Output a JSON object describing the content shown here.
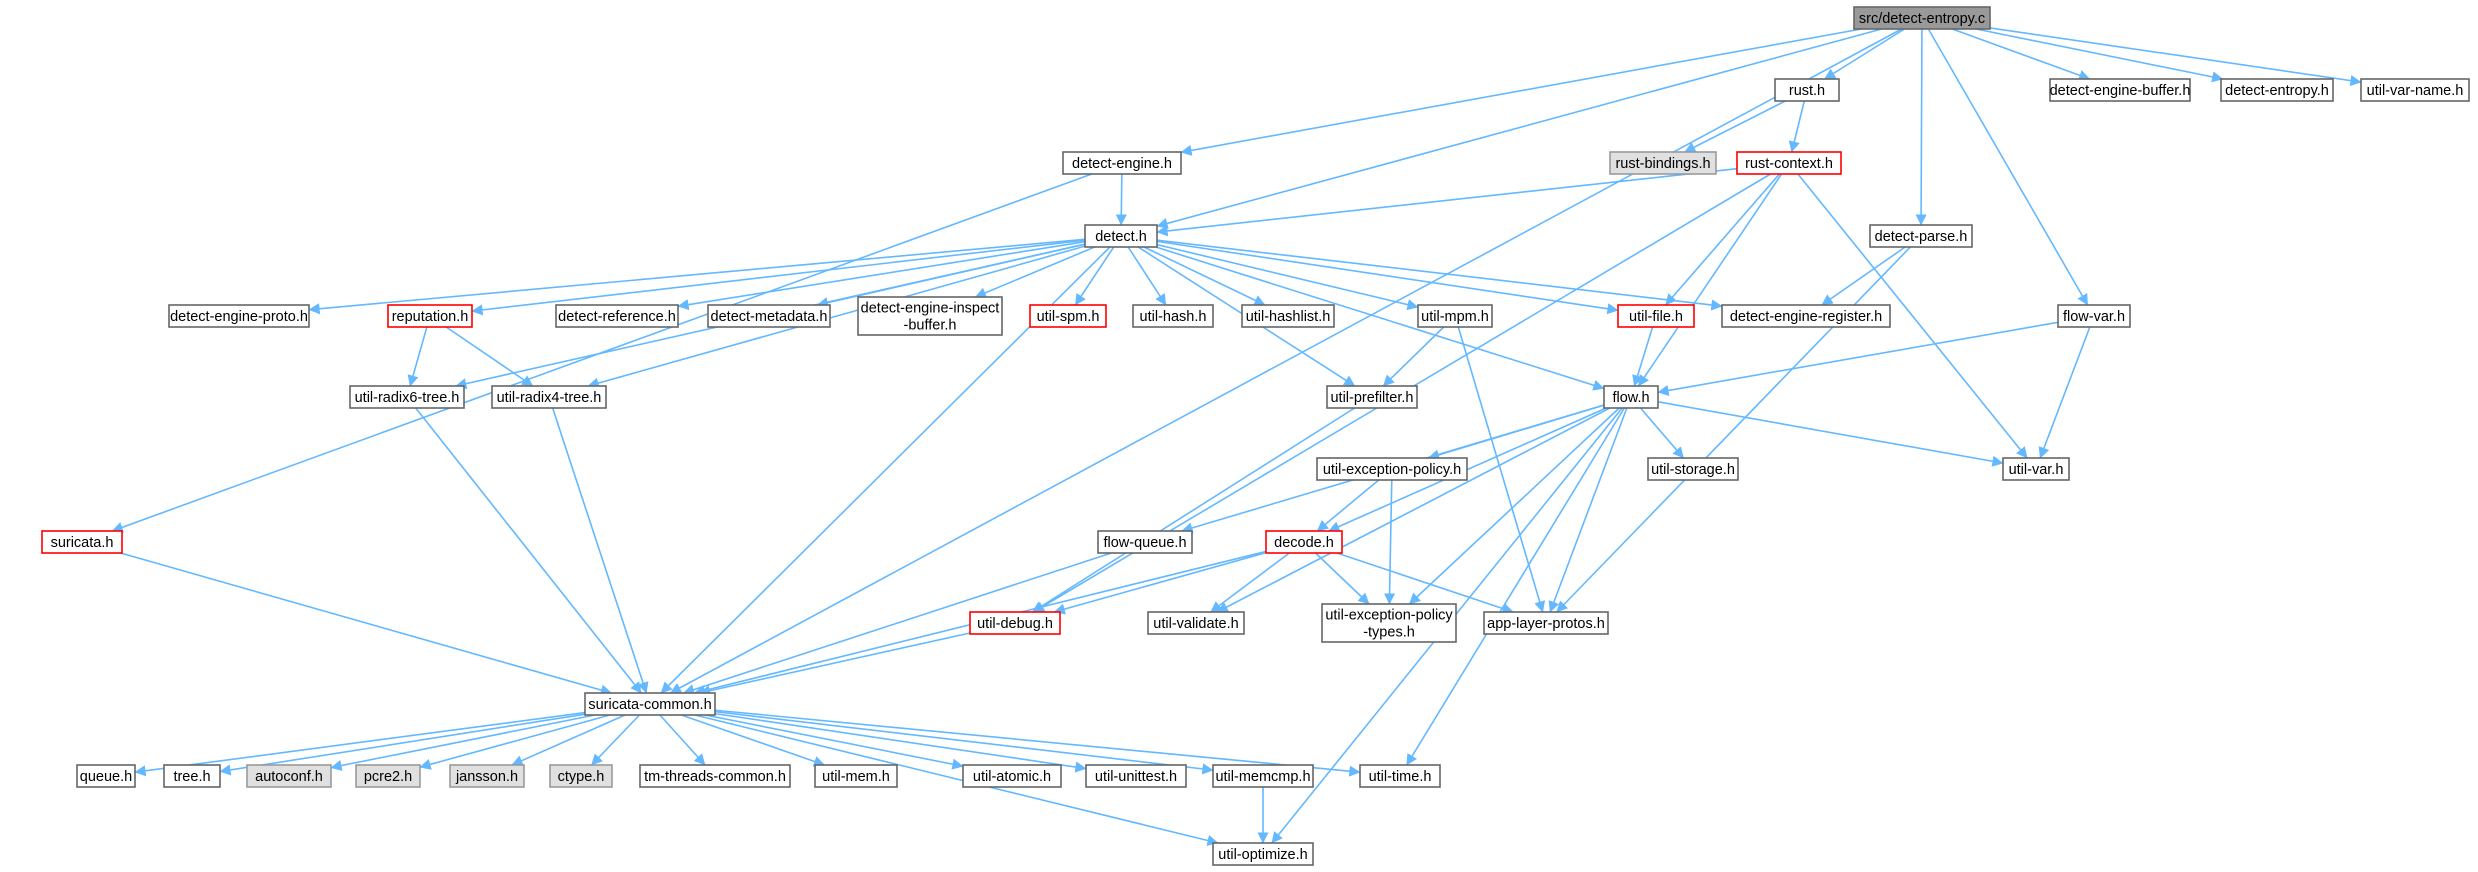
{
  "colors": {
    "edge": "#63b8ff",
    "node_fill": "#ffffff",
    "node_border": "#666666",
    "root_fill": "#999999",
    "root_border": "#666666",
    "system_fill": "#e0e0e0",
    "system_border": "#999999",
    "truncated_border": "#ff0000"
  },
  "nodes": [
    {
      "id": "root",
      "lines": [
        "src/detect-entropy.c"
      ],
      "kind": "root"
    },
    {
      "id": "rust",
      "lines": [
        "rust.h"
      ],
      "kind": "normal"
    },
    {
      "id": "deb",
      "lines": [
        "detect-engine-buffer.h"
      ],
      "kind": "normal"
    },
    {
      "id": "dent",
      "lines": [
        "detect-entropy.h"
      ],
      "kind": "normal"
    },
    {
      "id": "uvn",
      "lines": [
        "util-var-name.h"
      ],
      "kind": "normal"
    },
    {
      "id": "de",
      "lines": [
        "detect-engine.h"
      ],
      "kind": "normal"
    },
    {
      "id": "rb",
      "lines": [
        "rust-bindings.h"
      ],
      "kind": "system"
    },
    {
      "id": "rc",
      "lines": [
        "rust-context.h"
      ],
      "kind": "truncated"
    },
    {
      "id": "detect",
      "lines": [
        "detect.h"
      ],
      "kind": "normal"
    },
    {
      "id": "dp",
      "lines": [
        "detect-parse.h"
      ],
      "kind": "normal"
    },
    {
      "id": "dep",
      "lines": [
        "detect-engine-proto.h"
      ],
      "kind": "normal"
    },
    {
      "id": "rep",
      "lines": [
        "reputation.h"
      ],
      "kind": "truncated"
    },
    {
      "id": "dref",
      "lines": [
        "detect-reference.h"
      ],
      "kind": "normal"
    },
    {
      "id": "dmeta",
      "lines": [
        "detect-metadata.h"
      ],
      "kind": "normal"
    },
    {
      "id": "deib",
      "lines": [
        "detect-engine-inspect",
        "-buffer.h"
      ],
      "kind": "normal"
    },
    {
      "id": "spm",
      "lines": [
        "util-spm.h"
      ],
      "kind": "truncated"
    },
    {
      "id": "uhash",
      "lines": [
        "util-hash.h"
      ],
      "kind": "normal"
    },
    {
      "id": "uhl",
      "lines": [
        "util-hashlist.h"
      ],
      "kind": "normal"
    },
    {
      "id": "umpm",
      "lines": [
        "util-mpm.h"
      ],
      "kind": "normal"
    },
    {
      "id": "ufile",
      "lines": [
        "util-file.h"
      ],
      "kind": "truncated"
    },
    {
      "id": "der",
      "lines": [
        "detect-engine-register.h"
      ],
      "kind": "normal"
    },
    {
      "id": "flowvar",
      "lines": [
        "flow-var.h"
      ],
      "kind": "normal"
    },
    {
      "id": "r6",
      "lines": [
        "util-radix6-tree.h"
      ],
      "kind": "normal"
    },
    {
      "id": "r4",
      "lines": [
        "util-radix4-tree.h"
      ],
      "kind": "normal"
    },
    {
      "id": "upf",
      "lines": [
        "util-prefilter.h"
      ],
      "kind": "normal"
    },
    {
      "id": "flow",
      "lines": [
        "flow.h"
      ],
      "kind": "normal"
    },
    {
      "id": "uep",
      "lines": [
        "util-exception-policy.h"
      ],
      "kind": "normal"
    },
    {
      "id": "ustor",
      "lines": [
        "util-storage.h"
      ],
      "kind": "normal"
    },
    {
      "id": "uvar",
      "lines": [
        "util-var.h"
      ],
      "kind": "normal"
    },
    {
      "id": "suri",
      "lines": [
        "suricata.h"
      ],
      "kind": "truncated"
    },
    {
      "id": "fq",
      "lines": [
        "flow-queue.h"
      ],
      "kind": "normal"
    },
    {
      "id": "decode",
      "lines": [
        "decode.h"
      ],
      "kind": "truncated"
    },
    {
      "id": "udbg",
      "lines": [
        "util-debug.h"
      ],
      "kind": "truncated"
    },
    {
      "id": "uval",
      "lines": [
        "util-validate.h"
      ],
      "kind": "normal"
    },
    {
      "id": "uept",
      "lines": [
        "util-exception-policy",
        "-types.h"
      ],
      "kind": "normal"
    },
    {
      "id": "alp",
      "lines": [
        "app-layer-protos.h"
      ],
      "kind": "normal"
    },
    {
      "id": "sc",
      "lines": [
        "suricata-common.h"
      ],
      "kind": "normal"
    },
    {
      "id": "queue",
      "lines": [
        "queue.h"
      ],
      "kind": "normal"
    },
    {
      "id": "tree",
      "lines": [
        "tree.h"
      ],
      "kind": "normal"
    },
    {
      "id": "autoconf",
      "lines": [
        "autoconf.h"
      ],
      "kind": "system"
    },
    {
      "id": "pcre2",
      "lines": [
        "pcre2.h"
      ],
      "kind": "system"
    },
    {
      "id": "jansson",
      "lines": [
        "jansson.h"
      ],
      "kind": "system"
    },
    {
      "id": "ctype",
      "lines": [
        "ctype.h"
      ],
      "kind": "system"
    },
    {
      "id": "tm",
      "lines": [
        "tm-threads-common.h"
      ],
      "kind": "normal"
    },
    {
      "id": "umem",
      "lines": [
        "util-mem.h"
      ],
      "kind": "normal"
    },
    {
      "id": "uatom",
      "lines": [
        "util-atomic.h"
      ],
      "kind": "normal"
    },
    {
      "id": "uut",
      "lines": [
        "util-unittest.h"
      ],
      "kind": "normal"
    },
    {
      "id": "umc",
      "lines": [
        "util-memcmp.h"
      ],
      "kind": "normal"
    },
    {
      "id": "utime",
      "lines": [
        "util-time.h"
      ],
      "kind": "normal"
    },
    {
      "id": "uopt",
      "lines": [
        "util-optimize.h"
      ],
      "kind": "normal"
    }
  ],
  "edges": [
    [
      "root",
      "rust"
    ],
    [
      "root",
      "deb"
    ],
    [
      "root",
      "dent"
    ],
    [
      "root",
      "uvn"
    ],
    [
      "root",
      "de"
    ],
    [
      "root",
      "detect"
    ],
    [
      "root",
      "dp"
    ],
    [
      "root",
      "flowvar"
    ],
    [
      "root",
      "sc"
    ],
    [
      "rust",
      "rb"
    ],
    [
      "rust",
      "rc"
    ],
    [
      "rc",
      "detect"
    ],
    [
      "rc",
      "ufile"
    ],
    [
      "rc",
      "flow"
    ],
    [
      "rc",
      "uvar"
    ],
    [
      "rc",
      "udbg"
    ],
    [
      "de",
      "detect"
    ],
    [
      "de",
      "suri"
    ],
    [
      "detect",
      "dep"
    ],
    [
      "detect",
      "rep"
    ],
    [
      "detect",
      "dref"
    ],
    [
      "detect",
      "dmeta"
    ],
    [
      "detect",
      "deib"
    ],
    [
      "detect",
      "spm"
    ],
    [
      "detect",
      "uhash"
    ],
    [
      "detect",
      "uhl"
    ],
    [
      "detect",
      "umpm"
    ],
    [
      "detect",
      "ufile"
    ],
    [
      "detect",
      "der"
    ],
    [
      "detect",
      "r6"
    ],
    [
      "detect",
      "r4"
    ],
    [
      "detect",
      "upf"
    ],
    [
      "detect",
      "flow"
    ],
    [
      "detect",
      "sc"
    ],
    [
      "dp",
      "der"
    ],
    [
      "dp",
      "alp"
    ],
    [
      "rep",
      "r6"
    ],
    [
      "rep",
      "r4"
    ],
    [
      "umpm",
      "upf"
    ],
    [
      "umpm",
      "alp"
    ],
    [
      "ufile",
      "flow"
    ],
    [
      "flowvar",
      "flow"
    ],
    [
      "flowvar",
      "uvar"
    ],
    [
      "r6",
      "sc"
    ],
    [
      "r4",
      "sc"
    ],
    [
      "upf",
      "udbg"
    ],
    [
      "flow",
      "uep"
    ],
    [
      "flow",
      "ustor"
    ],
    [
      "flow",
      "uvar"
    ],
    [
      "flow",
      "fq"
    ],
    [
      "flow",
      "decode"
    ],
    [
      "flow",
      "uval"
    ],
    [
      "flow",
      "uept"
    ],
    [
      "flow",
      "alp"
    ],
    [
      "flow",
      "utime"
    ],
    [
      "flow",
      "uopt"
    ],
    [
      "uep",
      "decode"
    ],
    [
      "uep",
      "uept"
    ],
    [
      "suri",
      "sc"
    ],
    [
      "fq",
      "sc"
    ],
    [
      "decode",
      "udbg"
    ],
    [
      "decode",
      "uval"
    ],
    [
      "decode",
      "uept"
    ],
    [
      "decode",
      "alp"
    ],
    [
      "decode",
      "sc"
    ],
    [
      "udbg",
      "sc"
    ],
    [
      "sc",
      "queue"
    ],
    [
      "sc",
      "tree"
    ],
    [
      "sc",
      "autoconf"
    ],
    [
      "sc",
      "pcre2"
    ],
    [
      "sc",
      "jansson"
    ],
    [
      "sc",
      "ctype"
    ],
    [
      "sc",
      "tm"
    ],
    [
      "sc",
      "umem"
    ],
    [
      "sc",
      "uatom"
    ],
    [
      "sc",
      "uut"
    ],
    [
      "sc",
      "umc"
    ],
    [
      "sc",
      "utime"
    ],
    [
      "sc",
      "uopt"
    ],
    [
      "umc",
      "uopt"
    ]
  ]
}
